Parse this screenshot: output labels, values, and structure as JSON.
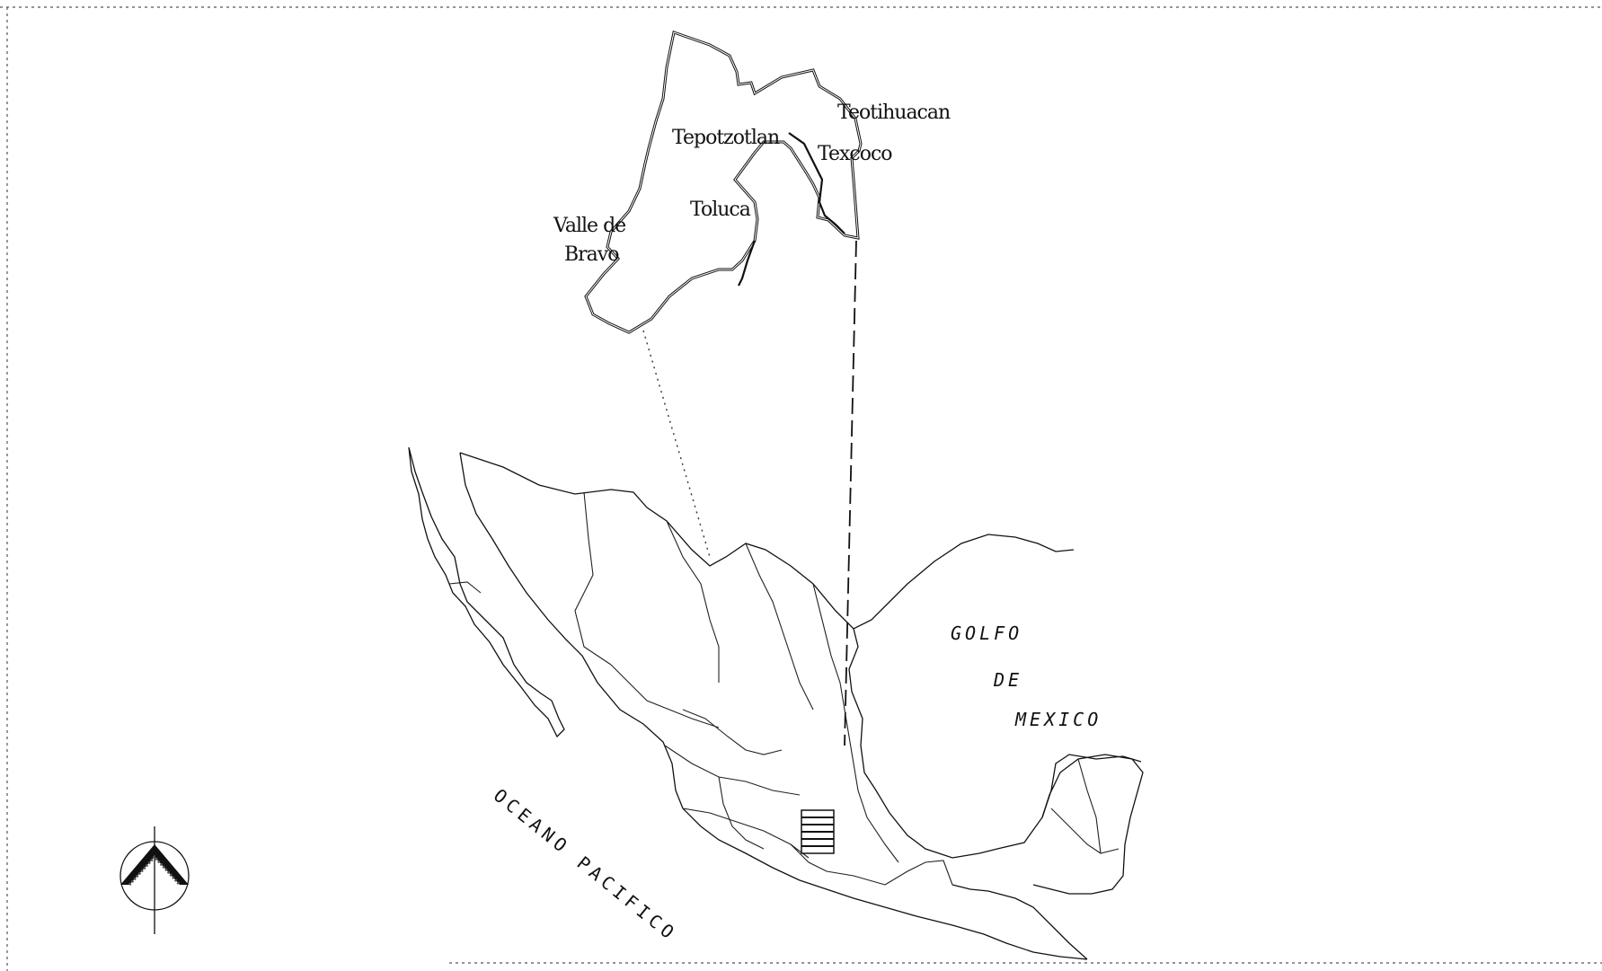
{
  "map": {
    "inset_region_labels": [
      {
        "id": "tepotzotlan",
        "text": "Tepotzotlan"
      },
      {
        "id": "teotihuacan",
        "text": "Teotihuacan"
      },
      {
        "id": "texcoco",
        "text": "Texcoco"
      },
      {
        "id": "toluca",
        "text": "Toluca"
      },
      {
        "id": "valle-line1",
        "text": "Valle de"
      },
      {
        "id": "valle-line2",
        "text": "Bravo"
      }
    ],
    "water_bodies": {
      "gulf_line1": "GOLFO",
      "gulf_line2": "DE",
      "gulf_line3": "MEXICO",
      "pacific": "OCEANO PACIFICO"
    },
    "north_arrow_icon": "compass-north-arrow-icon",
    "colors": {
      "ink": "#111111",
      "background": "#ffffff"
    }
  }
}
